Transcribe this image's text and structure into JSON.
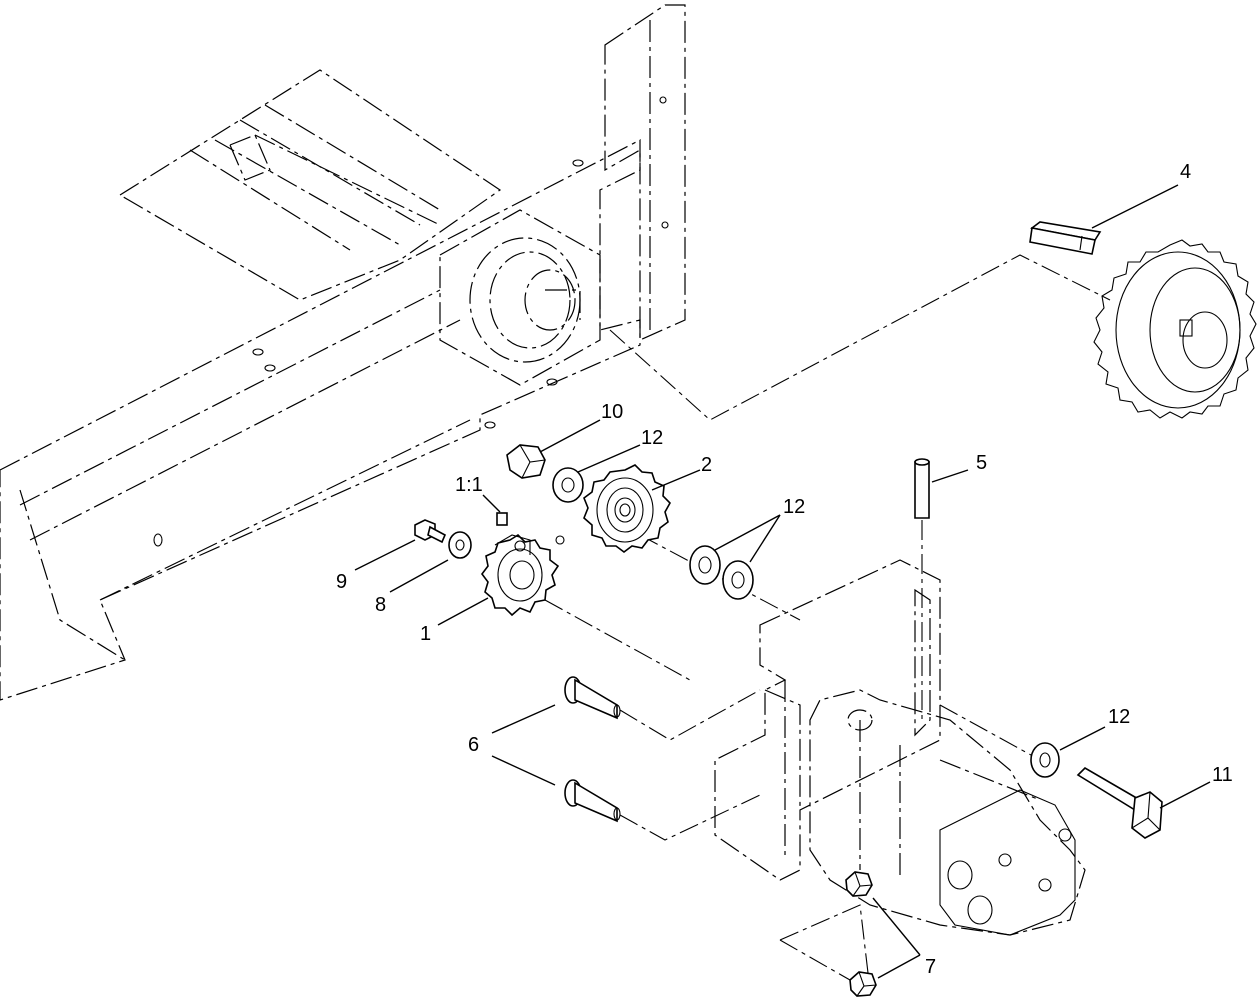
{
  "callouts": {
    "c1": "1",
    "c1_1": "1:1",
    "c2": "2",
    "c4": "4",
    "c5": "5",
    "c6": "6",
    "c7": "7",
    "c8": "8",
    "c9": "9",
    "c10": "10",
    "c11": "11",
    "c12a": "12",
    "c12b": "12",
    "c12c": "12"
  }
}
